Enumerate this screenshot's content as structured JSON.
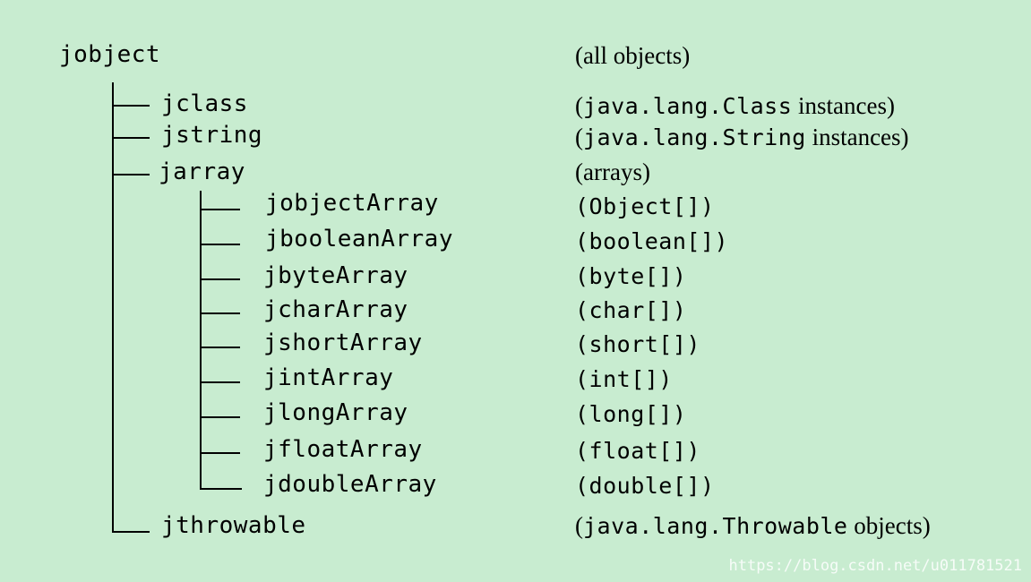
{
  "root": {
    "name": "jobject",
    "desc": "(all objects)"
  },
  "children": [
    {
      "name": "jclass",
      "desc_open": "(",
      "desc_code": "java.lang.Class",
      "desc_text": " instances)"
    },
    {
      "name": "jstring",
      "desc_open": "(",
      "desc_code": "java.lang.String",
      "desc_text": " instances)"
    },
    {
      "name": "jarray",
      "desc_text": "(arrays)"
    }
  ],
  "arrays": [
    {
      "name": "jobjectArray",
      "desc": "(Object[])"
    },
    {
      "name": "jbooleanArray",
      "desc": "(boolean[])"
    },
    {
      "name": "jbyteArray",
      "desc": "(byte[])"
    },
    {
      "name": "jcharArray",
      "desc": "(char[])"
    },
    {
      "name": "jshortArray",
      "desc": "(short[])"
    },
    {
      "name": "jintArray",
      "desc": "(int[])"
    },
    {
      "name": "jlongArray",
      "desc": "(long[])"
    },
    {
      "name": "jfloatArray",
      "desc": "(float[])"
    },
    {
      "name": "jdoubleArray",
      "desc": "(double[])"
    }
  ],
  "throwable": {
    "name": "jthrowable",
    "desc_open": "(",
    "desc_code": "java.lang.Throwable",
    "desc_text": " objects)"
  },
  "watermark": "https://blog.csdn.net/u011781521"
}
